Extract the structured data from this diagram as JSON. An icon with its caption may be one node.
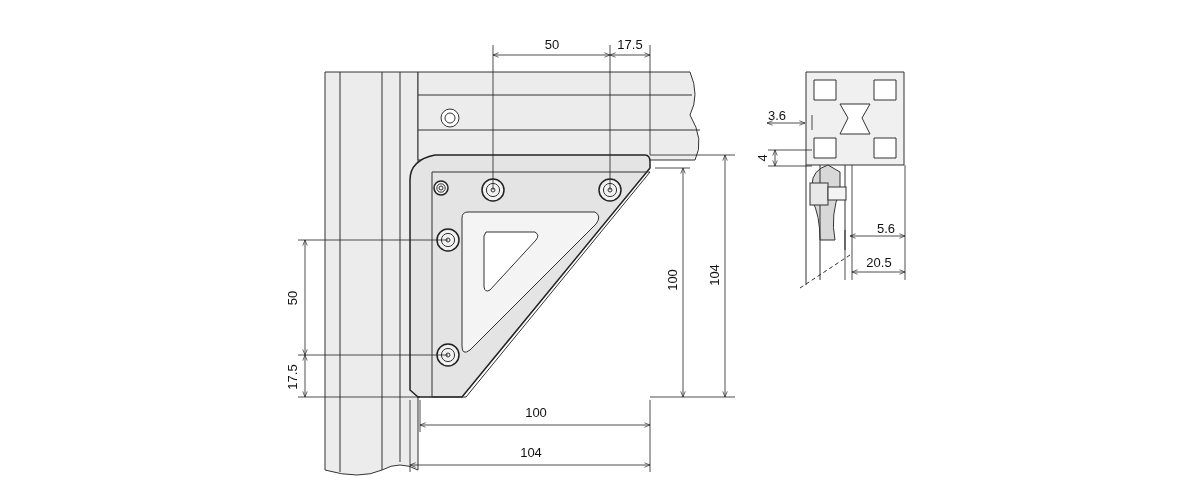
{
  "diagram": {
    "labels": [
      "50",
      "17.5",
      "50",
      "17.5",
      "100",
      "104",
      "100",
      "104",
      "3.6",
      "4",
      "5.6",
      "20.5"
    ]
  }
}
